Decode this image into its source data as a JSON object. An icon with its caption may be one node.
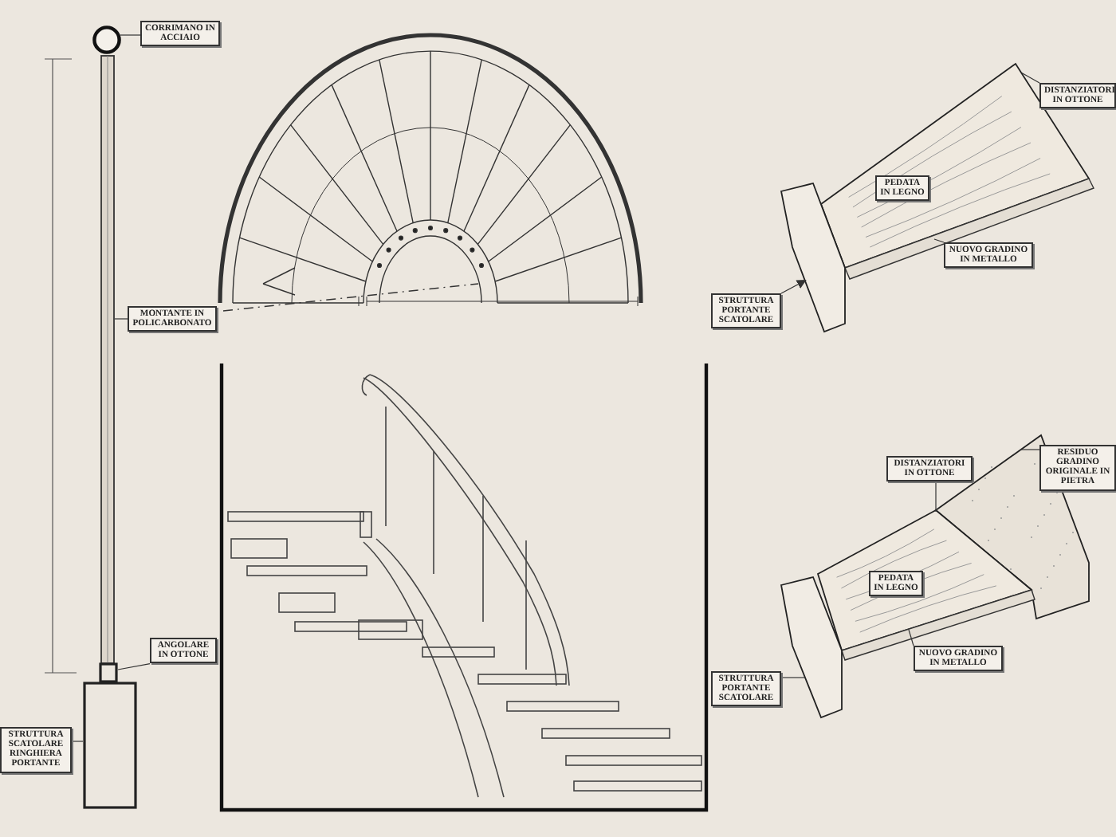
{
  "diagram": {
    "nodes": [
      {
        "text": [],
        "shape": "circle"
      },
      {
        "text": [
          "CORRIMANO IN ACCIAIO"
        ]
      },
      {
        "text": [],
        "shape": "bar"
      },
      {
        "text": [
          "MONTANTE IN POLICARBONATO"
        ]
      },
      {
        "text": [],
        "shape": "box"
      },
      {
        "text": [
          "ANGOLARE IN OTTONE"
        ]
      },
      {
        "text": [],
        "shape": "box"
      },
      {
        "text": [
          "STRUTTURA SCATOLARE RINGHIERA PORTANTE"
        ]
      },
      {
        "text": [],
        "shape": "picture"
      },
      {
        "text": [
          "PEDATA IN LEGNO"
        ],
        "in": 8
      },
      {
        "text": [
          "DISTANZIATORI IN OTTONE"
        ]
      },
      {
        "text": [],
        "shape": "bar"
      },
      {
        "text": [
          "NUOVO GRADINO IN METALLO"
        ]
      },
      {
        "text": [],
        "shape": "box"
      },
      {
        "text": [
          "STRUTTURA PORTANTE SCATOLARE"
        ]
      },
      {
        "text": [],
        "shape": "picture"
      },
      {
        "text": [
          "RESIDUO GRADINO ORIGINALE IN PIETRA"
        ]
      },
      {
        "text": [
          "DISTANZIATORI IN OTTONE"
        ]
      },
      {
        "text": [],
        "shape": "picture"
      },
      {
        "text": [
          "PEDATA IN LEGNO"
        ],
        "in": 18
      },
      {
        "text": [],
        "shape": "bar"
      },
      {
        "text": [
          "NUOVO GRADINO IN METALLO"
        ]
      },
      {
        "text": [],
        "shape": "box"
      },
      {
        "text": [
          "STRUTTURA PORTANTE SCATOLARE"
        ]
      }
    ],
    "edges": [
      {
        "from": 1,
        "to": 0,
        "arrow": "none"
      },
      {
        "from": 3,
        "to": 2,
        "arrow": "none"
      },
      {
        "from": 5,
        "to": 4,
        "arrow": "none"
      },
      {
        "from": 7,
        "to": 6,
        "arrow": "none"
      },
      {
        "from": 10,
        "to": 8,
        "arrow": "none"
      },
      {
        "from": 12,
        "to": 11,
        "arrow": "none"
      },
      {
        "from": 14,
        "to": 13,
        "arrow": "to"
      },
      {
        "from": 16,
        "to": 15,
        "arrow": "none"
      },
      {
        "from": 17,
        "to": 18,
        "arrow": "none"
      },
      {
        "from": 21,
        "to": 20,
        "arrow": "none"
      },
      {
        "from": 23,
        "to": 22,
        "arrow": "none"
      }
    ]
  }
}
